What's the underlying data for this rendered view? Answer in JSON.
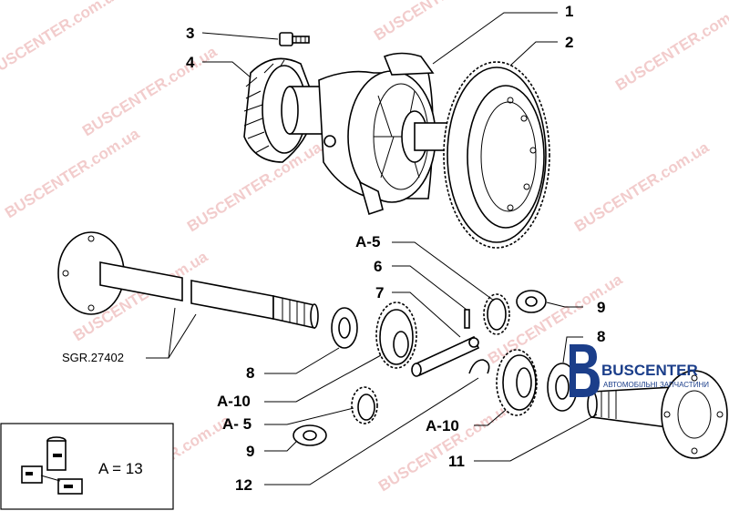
{
  "watermark": {
    "text": "BUSCENTER.com.ua"
  },
  "logo": {
    "name": "BUSCENTER",
    "subtitle": "АВТОМОБІЛЬНІ ЗАПЧАСТИНИ"
  },
  "reference_code": "SGR.27402",
  "inset_box": {
    "formula": "A = 13"
  },
  "callouts": {
    "c1": "1",
    "c2": "2",
    "c3": "3",
    "c4": "4",
    "c6": "6",
    "c7": "7",
    "c8_right": "8",
    "c9_right": "9",
    "c8_left": "8",
    "c9_left": "9",
    "c11": "11",
    "c12": "12",
    "a5_top": "A-5",
    "a5_left": "A- 5",
    "a10_left": "A-10",
    "a10_right": "A-10"
  }
}
